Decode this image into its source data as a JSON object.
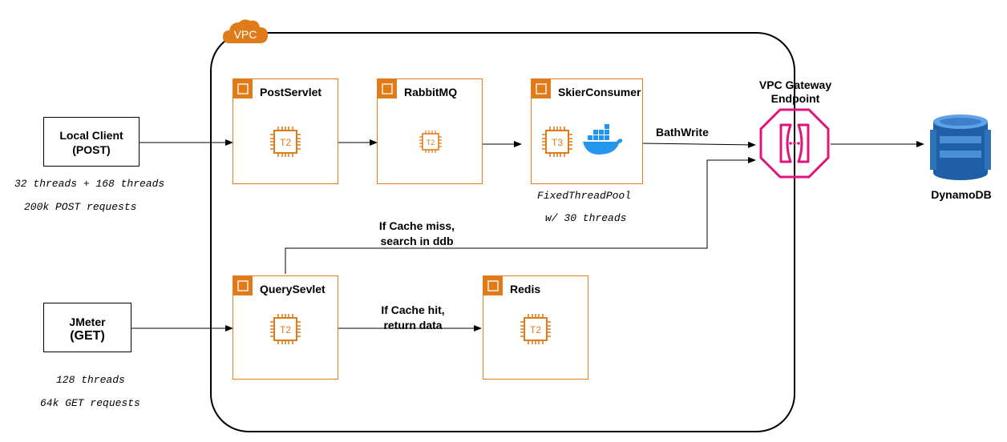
{
  "vpc": {
    "label": "VPC"
  },
  "clients": {
    "local": {
      "line1": "Local Client",
      "line2": "(POST)",
      "note1": "32 threads + 168 threads",
      "note2": "200k POST requests"
    },
    "jmeter": {
      "line1": "JMeter",
      "line2": "(GET)",
      "note1": "128 threads",
      "note2": "64k GET requests"
    }
  },
  "services": {
    "post_servlet": {
      "title": "PostServlet",
      "chip": "T2"
    },
    "rabbitmq": {
      "title": "RabbitMQ",
      "chip": "T2"
    },
    "skier_consumer": {
      "title": "SkierConsumer",
      "chip": "T3",
      "note1": "FixedThreadPool",
      "note2": "w/ 30 threads"
    },
    "query_servlet": {
      "title": "QuerySevlet",
      "chip": "T2"
    },
    "redis": {
      "title": "Redis",
      "chip": "T2"
    }
  },
  "edges": {
    "batch_write": "BathWrite",
    "cache_miss_1": "If Cache miss,",
    "cache_miss_2": "search in ddb",
    "cache_hit_1": "If Cache hit,",
    "cache_hit_2": "return data"
  },
  "gateway": {
    "line1": "VPC Gateway",
    "line2": "Endpoint"
  },
  "dynamodb": {
    "label": "DynamoDB"
  },
  "colors": {
    "aws_orange": "#e07b1a",
    "endpoint_pink": "#e0157a",
    "dynamodb_blue": "#2e73b8",
    "docker_blue": "#2496ed"
  }
}
